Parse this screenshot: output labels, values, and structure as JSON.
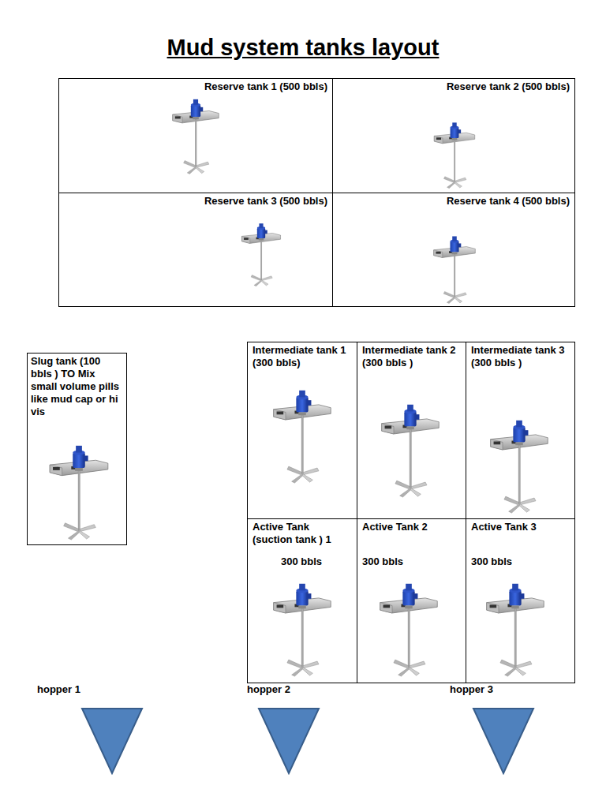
{
  "diagram": {
    "title": "Mud system tanks layout",
    "nodes": [
      {
        "text": [
          "Reserve tank 1 (500 bbls)"
        ]
      },
      {
        "text": [
          "Reserve tank 2 (500 bbls)"
        ]
      },
      {
        "text": [
          "Reserve tank 3 (500 bbls)"
        ]
      },
      {
        "text": [
          "Reserve tank 4 (500 bbls)"
        ]
      },
      {
        "text": [
          "Slug tank (100 bbls ) TO Mix small volume pills like mud cap or hi vis"
        ]
      },
      {
        "text": [
          "Intermediate tank 1 (300 bbls)"
        ]
      },
      {
        "text": [
          "Intermediate tank 2 (300 bbls )"
        ]
      },
      {
        "text": [
          "Intermediate tank 3 (300 bbls )"
        ]
      },
      {
        "text": [
          "Active Tank (suction tank ) 1",
          "300 bbls"
        ]
      },
      {
        "text": [
          "Active Tank 2",
          "300 bbls"
        ]
      },
      {
        "text": [
          "Active Tank 3",
          "300 bbls"
        ]
      },
      {
        "text": [
          "hopper 1"
        ]
      },
      {
        "text": [
          "hopper 2"
        ]
      },
      {
        "text": [
          "hopper 3"
        ]
      }
    ]
  }
}
